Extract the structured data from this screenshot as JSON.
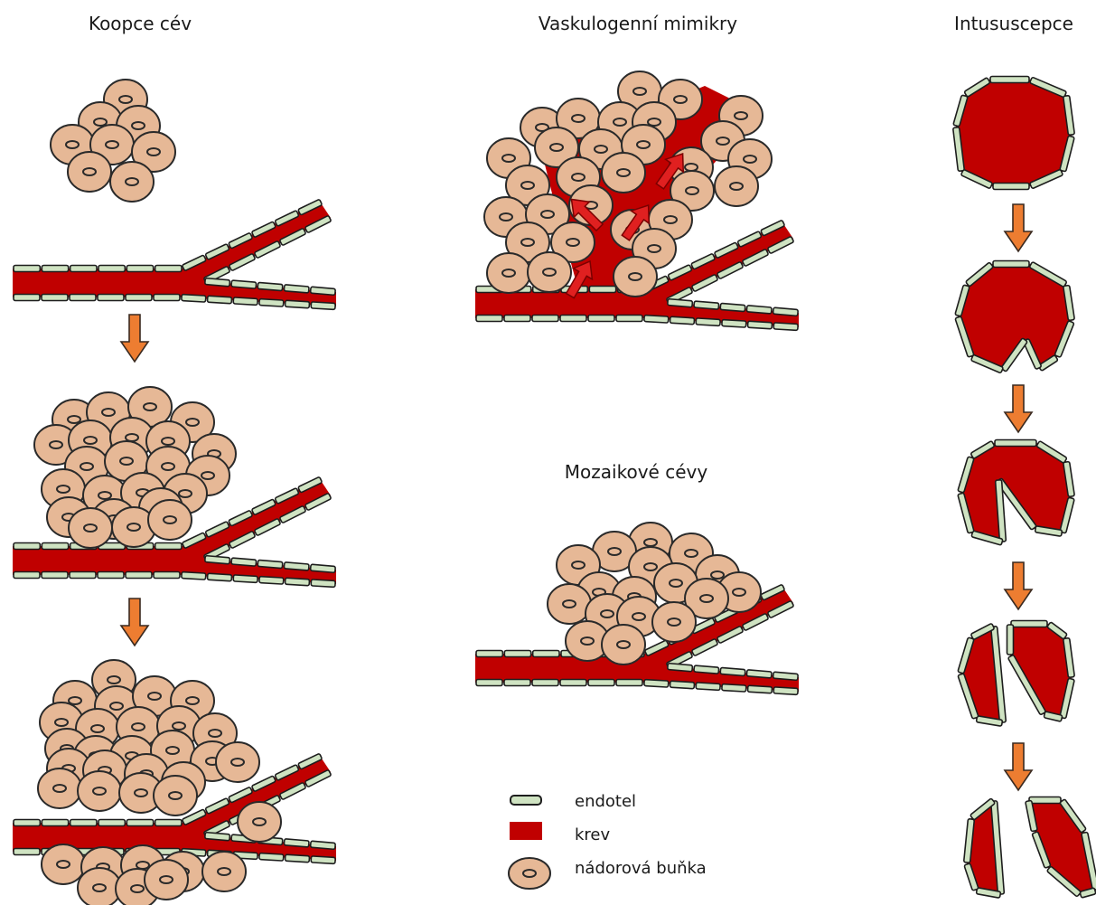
{
  "colors": {
    "cell_fill": "#e6b896",
    "cell_stroke": "#2a2a2a",
    "blood": "#c00000",
    "endothelium": "#cfe3c2",
    "endothelium_stroke": "#1d1d1d",
    "arrow": "#ed7d31",
    "arrow_stroke": "#3a2a20",
    "flow_arrow": "#e02020",
    "flow_arrow_stroke": "#7a0000"
  },
  "panels": {
    "co_option": {
      "title": "Koopce cév"
    },
    "vasculogenic_mimicry": {
      "title": "Vaskulogenní mimikry"
    },
    "mosaic": {
      "title": "Mozaikové cévy"
    },
    "intussusception": {
      "title": "Intususcepce"
    }
  },
  "legend": {
    "endothelium": "endotel",
    "blood": "krev",
    "tumor_cell": "nádorová buňka"
  }
}
